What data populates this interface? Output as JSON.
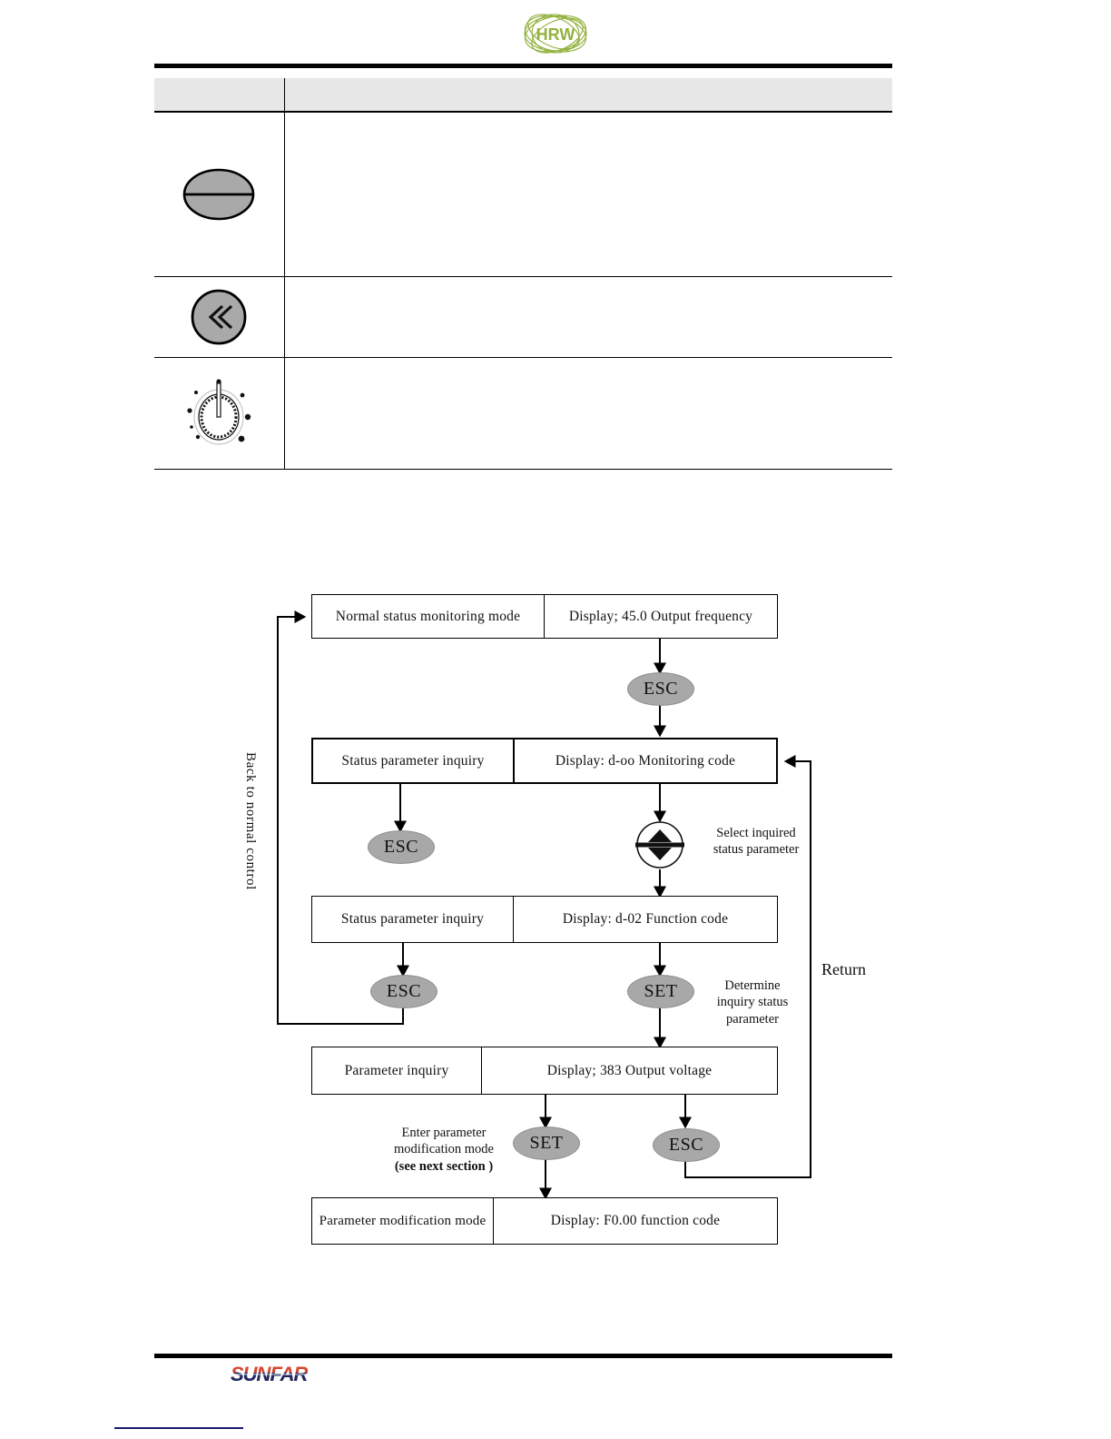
{
  "page": {
    "brand_top": "HRW",
    "brand_bottom": "SUNFAR",
    "brand_top_color": "#8aab3c",
    "brand_bottom_color_dark": "#1b2a63",
    "brand_bottom_color_accent": "#d6482f",
    "rule_color": "#000000",
    "footer_line_color": "#1b1b6f"
  },
  "spec_table": {
    "header": {
      "col1": "",
      "col2": ""
    },
    "rows": [
      {
        "icon": "ellipse-split-button-icon",
        "description": ""
      },
      {
        "icon": "double-chevron-left-button-icon",
        "description": ""
      },
      {
        "icon": "rotary-potentiometer-knob-icon",
        "description": ""
      }
    ]
  },
  "flowchart": {
    "type": "diagram",
    "boxes": [
      {
        "id": "box-normal-status",
        "left": "Normal  status  monitoring   mode",
        "right": "Display; 45.0  Output  frequency"
      },
      {
        "id": "box-status-param-inquiry-1",
        "left": "Status  parameter  inquiry",
        "right": "Display: d-oo  Monitoring  code"
      },
      {
        "id": "box-status-param-inquiry-2",
        "left": "Status  parameter  inquiry",
        "right": "Display: d-02    Function  code"
      },
      {
        "id": "box-parameter-inquiry",
        "left": "Parameter  inquiry",
        "right": "Display; 383  Output  voltage"
      },
      {
        "id": "box-parameter-modification",
        "left": "Parameter  modification  mode",
        "right": "Display: F0.00  function  code"
      }
    ],
    "keys": [
      {
        "id": "key-esc-1",
        "label": "ESC"
      },
      {
        "id": "key-esc-2",
        "label": "ESC"
      },
      {
        "id": "key-esc-3",
        "label": "ESC"
      },
      {
        "id": "key-esc-4",
        "label": "ESC"
      },
      {
        "id": "key-set-1",
        "label": "SET"
      },
      {
        "id": "key-set-2",
        "label": "SET"
      },
      {
        "id": "key-updown",
        "label": "up-down-arrow-key-icon"
      }
    ],
    "notes": {
      "select_inquired": "Select  inquired\nstatus  parameter",
      "select_inquired_line1": "Select  inquired",
      "select_inquired_line2": "status  parameter",
      "determine_line1": "Determine",
      "determine_line2": "inquiry  status",
      "determine_line3": "parameter",
      "enter_mod_line1": "Enter  parameter",
      "enter_mod_line2": "modification  mode",
      "enter_mod_line3": "(see next  section )",
      "return_label": "Return",
      "back_to_normal": "Back  to  normal  control"
    }
  }
}
